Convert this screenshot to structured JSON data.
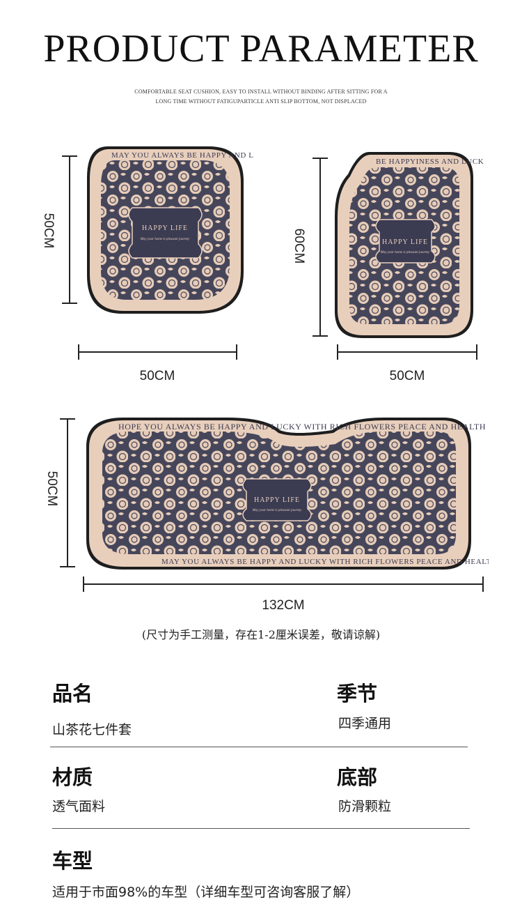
{
  "header": {
    "title": "PRODUCT PARAMETER",
    "subtitle_line1": "COMFORTABLE SEAT CUSHION, EASY TO INSTALL WITHOUT BINDING AFTER SITTING FOR A",
    "subtitle_line2": "LONG TIME WITHOUT FATIGUPARTICLE ANTI SLIP BOTTOM, NOT DISPLACED"
  },
  "cushions": {
    "back": {
      "width": "50CM",
      "height": "50CM"
    },
    "seat": {
      "width": "50CM",
      "height": "60CM"
    },
    "rear": {
      "width": "132CM",
      "height": "50CM"
    },
    "border_text_a": "MAY YOU ALWAYS BE HAPPY AND LUCKY WITH RICH FLOWERS PEACE AND HEALTH",
    "border_text_b": "BE HAPPYINESS AND LUCK WITH RICH FLOWERS",
    "border_text_c": "HOPE YOU ALWAYS BE HAPPY AND LUCKY WITH RICH FLOWERS PEACE AND HEALTH",
    "badge_text": "HAPPY LIFE",
    "badge_small": "May your home is pleasant journey",
    "colors": {
      "dark": "#45455a",
      "cream": "#e8cfbc",
      "outline": "#1e1e1e"
    }
  },
  "note": "(尺寸为手工测量，存在1-2厘米误差，敬请谅解)",
  "specs": [
    {
      "label": "品名",
      "value": "山茶花七件套"
    },
    {
      "label": "季节",
      "value": "四季通用"
    },
    {
      "label": "材质",
      "value": "透气面料"
    },
    {
      "label": "底部",
      "value": "防滑颗粒"
    },
    {
      "label": "车型",
      "value": "适用于市面98%的车型（详细车型可咨询客服了解）"
    }
  ]
}
